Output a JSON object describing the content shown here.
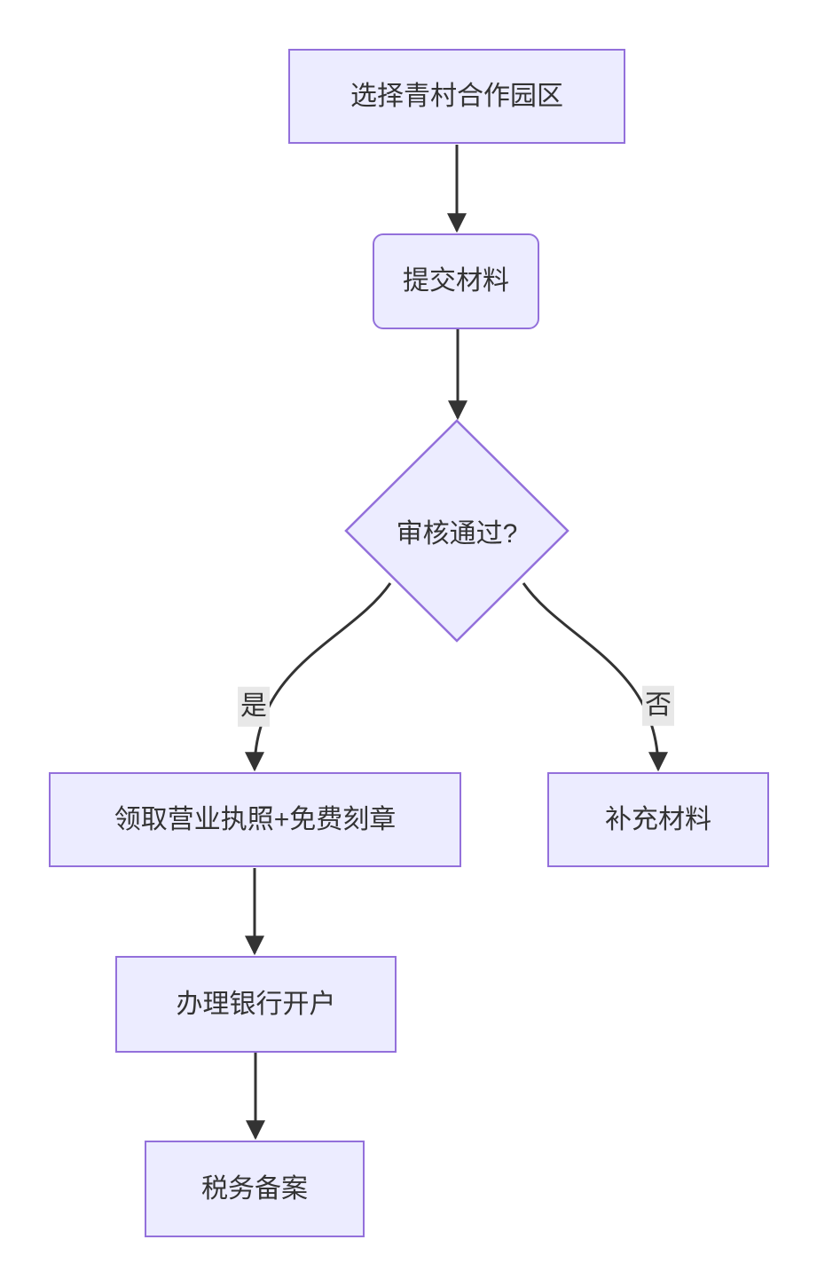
{
  "diagram": {
    "type": "flowchart",
    "direction": "top-down",
    "colors": {
      "canvas_bg": "#ffffff",
      "node_fill": "#ECECFF",
      "node_border": "#9370DB",
      "node_text": "#333333",
      "edge_stroke": "#333333",
      "edge_label_bg": "#e8e8e8"
    },
    "nodes": {
      "select_park": {
        "label": "选择青村合作园区",
        "shape": "rectangle"
      },
      "submit_materials": {
        "label": "提交材料",
        "shape": "rounded-rectangle"
      },
      "review": {
        "label": "审核通过?",
        "shape": "diamond"
      },
      "get_license": {
        "label": "领取营业执照+免费刻章",
        "shape": "rectangle"
      },
      "supplement_materials": {
        "label": "补充材料",
        "shape": "rectangle"
      },
      "bank_account": {
        "label": "办理银行开户",
        "shape": "rectangle"
      },
      "tax_filing": {
        "label": "税务备案",
        "shape": "rectangle"
      }
    },
    "edge_labels": {
      "yes": "是",
      "no": "否"
    },
    "edges": [
      {
        "from": "select_park",
        "to": "submit_materials",
        "label": ""
      },
      {
        "from": "submit_materials",
        "to": "review",
        "label": ""
      },
      {
        "from": "review",
        "to": "get_license",
        "label": "是"
      },
      {
        "from": "review",
        "to": "supplement_materials",
        "label": "否"
      },
      {
        "from": "get_license",
        "to": "bank_account",
        "label": ""
      },
      {
        "from": "bank_account",
        "to": "tax_filing",
        "label": ""
      }
    ]
  }
}
